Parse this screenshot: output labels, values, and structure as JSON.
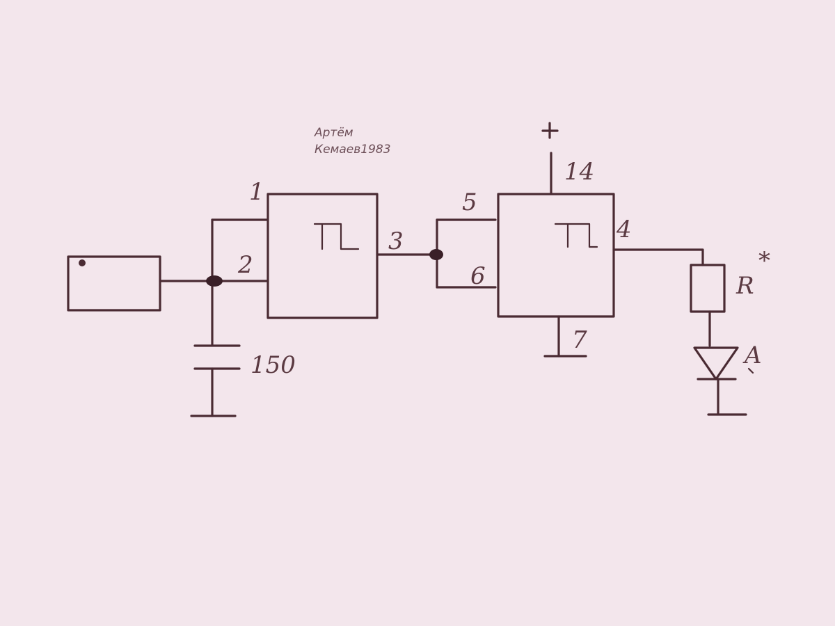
{
  "diagram": {
    "note_lines": [
      "Артём",
      "Кемаев1983"
    ],
    "labels": {
      "pin1": "1",
      "pin2": "2",
      "pin3": "3",
      "pin4": "4",
      "pin5": "5",
      "pin6": "6",
      "pin7": "7",
      "pin14": "14",
      "supply": "+",
      "capacitor": "150",
      "resistor": "R",
      "resistor_mark": "*",
      "led_mark": "A"
    },
    "gate_symbol": "schmitt-trigger-symbol",
    "colors": {
      "paper": "#f3e6ec",
      "ink": "#4a2b33"
    }
  }
}
